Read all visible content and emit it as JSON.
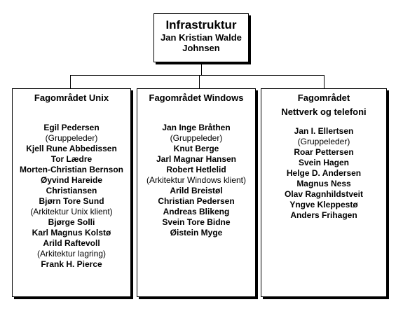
{
  "root": {
    "title": "Infrastruktur",
    "leader_line1": "Jan Kristian Walde",
    "leader_line2": "Johnsen"
  },
  "units": [
    {
      "heading": [
        "Fagområdet Unix"
      ],
      "members": [
        {
          "text": "Egil Pedersen",
          "role": false
        },
        {
          "text": "(Gruppeleder)",
          "role": true
        },
        {
          "text": "Kjell Rune Abbedissen",
          "role": false
        },
        {
          "text": "Tor Lædre",
          "role": false
        },
        {
          "text": "Morten-Christian Bernson",
          "role": false
        },
        {
          "text": "Øyvind Hareide",
          "role": false
        },
        {
          "text": "Christiansen",
          "role": false
        },
        {
          "text": "Bjørn Tore Sund",
          "role": false
        },
        {
          "text": "(Arkitektur Unix klient)",
          "role": true
        },
        {
          "text": "Bjørge Solli",
          "role": false
        },
        {
          "text": "Karl Magnus Kolstø",
          "role": false
        },
        {
          "text": "Arild Raftevoll",
          "role": false
        },
        {
          "text": "(Arkitektur lagring)",
          "role": true
        },
        {
          "text": "Frank H. Pierce",
          "role": false
        }
      ]
    },
    {
      "heading": [
        "Fagområdet Windows"
      ],
      "members": [
        {
          "text": "Jan Inge Bråthen",
          "role": false
        },
        {
          "text": "(Gruppeleder)",
          "role": true
        },
        {
          "text": "Knut Berge",
          "role": false
        },
        {
          "text": "Jarl Magnar Hansen",
          "role": false
        },
        {
          "text": "Robert Hetlelid",
          "role": false
        },
        {
          "text": "(Arkitektur Windows klient)",
          "role": true
        },
        {
          "text": "Arild Breistøl",
          "role": false
        },
        {
          "text": "Christian Pedersen",
          "role": false
        },
        {
          "text": "Andreas Blikeng",
          "role": false
        },
        {
          "text": "Svein Tore Bidne",
          "role": false
        },
        {
          "text": "Øistein Myge",
          "role": false
        }
      ]
    },
    {
      "heading": [
        "Fagområdet",
        "Nettverk og telefoni"
      ],
      "members": [
        {
          "text": "Jan I. Ellertsen",
          "role": false
        },
        {
          "text": "(Gruppeleder)",
          "role": true
        },
        {
          "text": "Roar Pettersen",
          "role": false
        },
        {
          "text": "Svein Hagen",
          "role": false
        },
        {
          "text": "Helge D. Andersen",
          "role": false
        },
        {
          "text": "Magnus Ness",
          "role": false
        },
        {
          "text": "Olav Ragnhildstveit",
          "role": false
        },
        {
          "text": "Yngve Kleppestø",
          "role": false
        },
        {
          "text": "Anders Frihagen",
          "role": false
        }
      ]
    }
  ]
}
